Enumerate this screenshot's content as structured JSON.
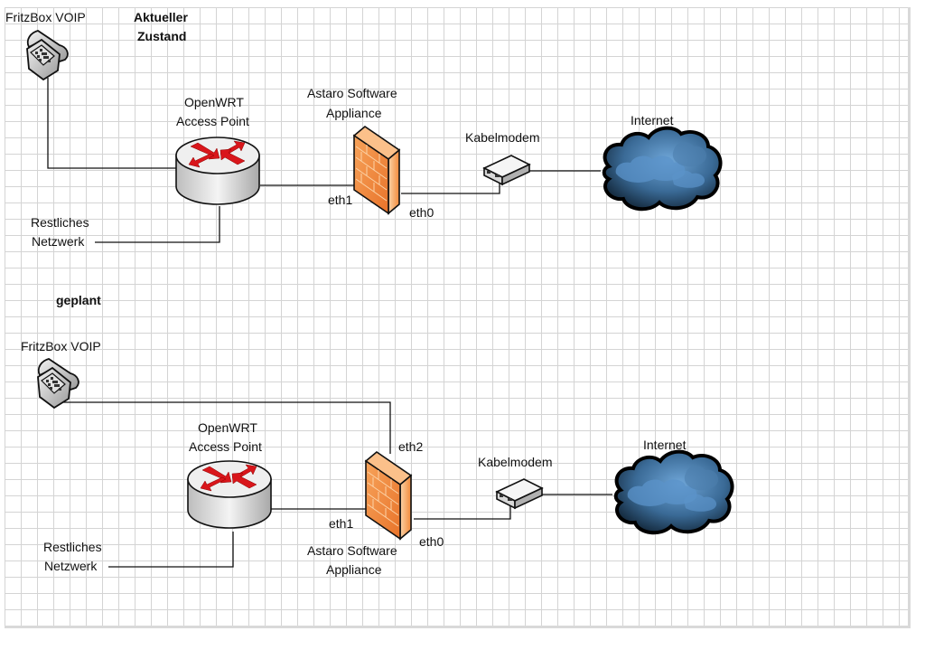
{
  "diagram": {
    "type": "network-diagram",
    "colors": {
      "grid": "#d4d4d4",
      "firewall": "#f08a3c",
      "router_arrows": "#d9161b",
      "cloud": "#3a6a96",
      "wire": "#111111"
    },
    "current": {
      "heading": [
        "Aktueller",
        "Zustand"
      ],
      "phone": {
        "label": "FritzBox VOIP",
        "icon": "telephone-icon"
      },
      "router": {
        "label": [
          "OpenWRT",
          "Access Point"
        ],
        "icon": "router-icon"
      },
      "firewall": {
        "label": [
          "Astaro Software",
          "Appliance"
        ],
        "icon": "firewall-icon",
        "ports": {
          "lan": "eth1",
          "wan": "eth0"
        }
      },
      "modem": {
        "label": "Kabelmodem",
        "icon": "modem-icon"
      },
      "internet": {
        "label": "Internet",
        "icon": "cloud-icon"
      },
      "rest": {
        "label": [
          "Restliches",
          "Netzwerk"
        ]
      }
    },
    "planned": {
      "heading": "geplant",
      "phone": {
        "label": "FritzBox VOIP",
        "icon": "telephone-icon"
      },
      "router": {
        "label": [
          "OpenWRT",
          "Access Point"
        ],
        "icon": "router-icon"
      },
      "firewall": {
        "label": [
          "Astaro Software",
          "Appliance"
        ],
        "icon": "firewall-icon",
        "ports": {
          "lan": "eth1",
          "wan": "eth0",
          "voip": "eth2"
        }
      },
      "modem": {
        "label": "Kabelmodem",
        "icon": "modem-icon"
      },
      "internet": {
        "label": "Internet",
        "icon": "cloud-icon"
      },
      "rest": {
        "label": [
          "Restliches",
          "Netzwerk"
        ]
      }
    }
  }
}
